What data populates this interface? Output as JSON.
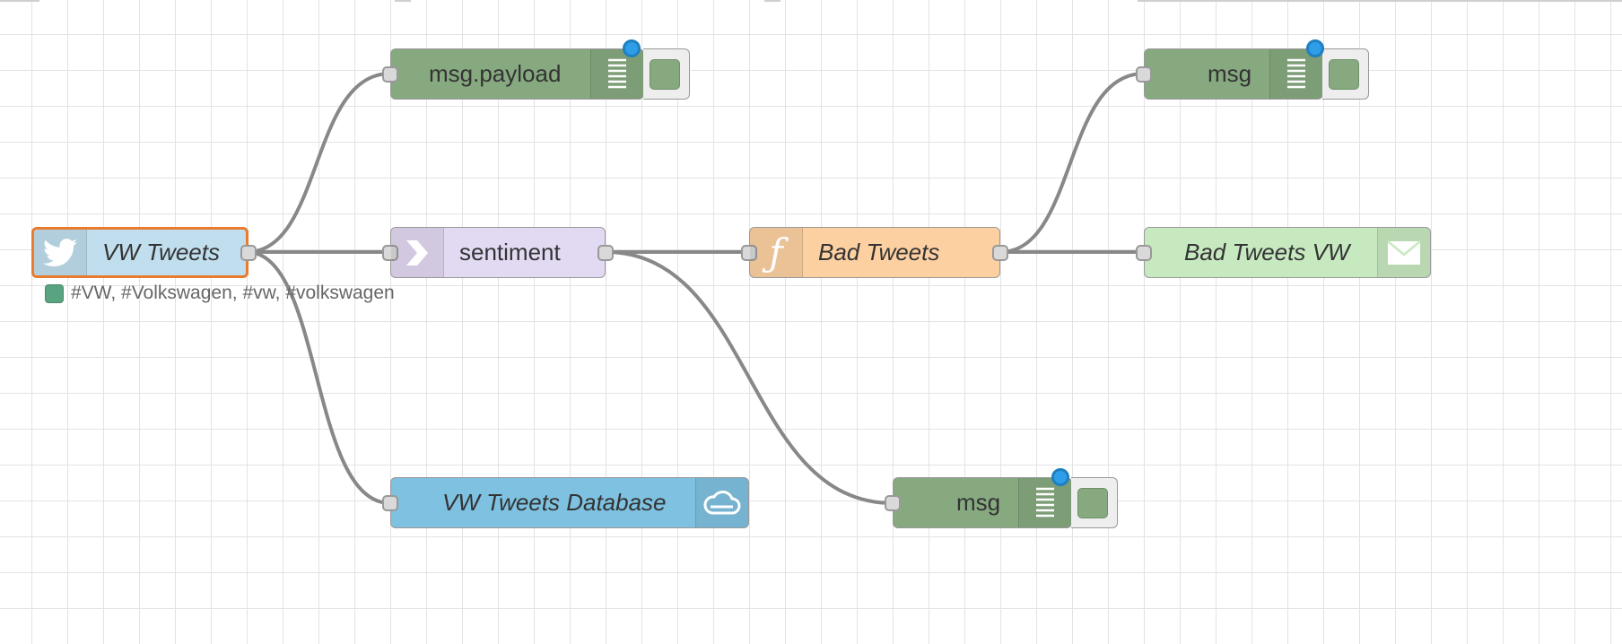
{
  "canvas": {
    "grid_color": "#e3e3e3",
    "wire_color": "#888888"
  },
  "nodes": {
    "twitter_in": {
      "label": "VW Tweets",
      "icon": "twitter-icon",
      "color": "#c0deed",
      "selected": true
    },
    "twitter_status": {
      "text": "#VW, #Volkswagen, #vw, #volkswagen",
      "color": "#5aa381"
    },
    "debug_payload": {
      "label": "msg.payload",
      "icon": "list-icon",
      "color": "#87a980"
    },
    "sentiment": {
      "label": "sentiment",
      "icon": "arrow-icon",
      "color": "#e2d9f3"
    },
    "function_bad": {
      "label": "Bad Tweets",
      "icon": "function-icon",
      "color": "#fdd0a2"
    },
    "debug_msg_top": {
      "label": "msg",
      "icon": "list-icon",
      "color": "#87a980"
    },
    "email_out": {
      "label": "Bad Tweets VW",
      "icon": "envelope-icon",
      "color": "#c7e9c0"
    },
    "cloudant_out": {
      "label": "VW Tweets Database",
      "icon": "cloud-icon",
      "color": "#7ec1e0"
    },
    "debug_msg_bottom": {
      "label": "msg",
      "icon": "list-icon",
      "color": "#87a980"
    }
  }
}
